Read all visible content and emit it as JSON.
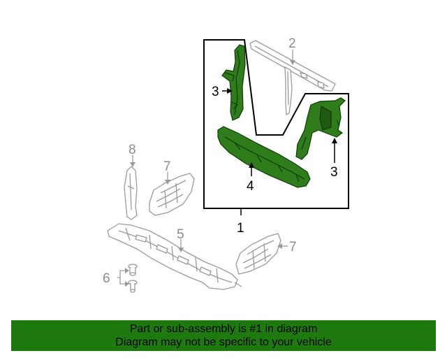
{
  "callouts": {
    "c1": "1",
    "c2": "2",
    "c3a": "3",
    "c3b": "3",
    "c4": "4",
    "c5": "5",
    "c6": "6",
    "c7a": "7",
    "c7b": "7",
    "c8": "8"
  },
  "footer": {
    "line1": "Part or sub-assembly is #1 in diagram",
    "line2": "Diagram may not be specific to your vehicle"
  },
  "colors": {
    "highlight_part": "#2e7d1a",
    "footer_background": "#1e7a0e",
    "other_parts_outline": "#9a9a9a"
  }
}
